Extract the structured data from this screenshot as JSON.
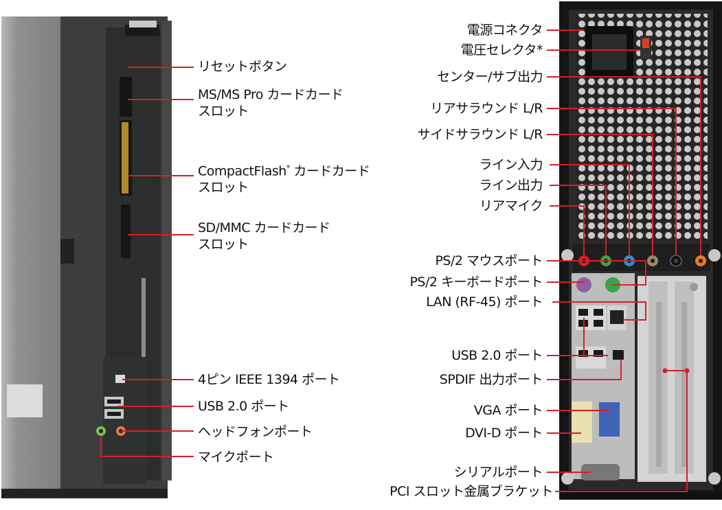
{
  "colors": {
    "leader_line": "#d61f26",
    "front_panel": "#3b3e3c",
    "rear_panel": "#1b1b1b",
    "audio_mic": "#d81f26",
    "audio_line_out": "#39a24a",
    "audio_line_in": "#2c8fd1",
    "audio_side": "#9a8a6a",
    "audio_rear": "#111111",
    "audio_center": "#ee7a1b",
    "ps2_mouse": "#39a24a",
    "ps2_keyboard": "#8f5fa5",
    "vga": "#3f63b5",
    "dvi": "#e8e0b0"
  },
  "front_labels": {
    "reset": "リセットボタン",
    "ms_line1": "MS/MS Pro カードカード",
    "ms_line2": "スロット",
    "cf_name": "CompactFlash",
    "cf_mark": "*",
    "cf_rest": " カードカード",
    "cf_line2": "スロット",
    "sd_line1": "SD/MMC カードカード",
    "sd_line2": "スロット",
    "ieee": "4ピン IEEE 1394 ポート",
    "usb": "USB 2.0 ポート",
    "headphone": "ヘッドフォンポート",
    "mic": "マイクポート"
  },
  "rear_labels": {
    "power": "電源コネクタ",
    "voltage": "電圧セレクタ*",
    "center_sub": "センター/サブ出力",
    "rear_surround": "リアサラウンド L/R",
    "side_surround": "サイドサラウンド L/R",
    "line_in": "ライン入力",
    "line_out": "ライン出力",
    "rear_mic": "リアマイク",
    "ps2_mouse": "PS/2 マウスポート",
    "ps2_keyboard": "PS/2 キーボードポート",
    "lan": "LAN (RF-45) ポート",
    "usb": "USB 2.0 ポート",
    "spdif": "SPDIF 出力ポート",
    "vga": "VGA ポート",
    "dvi": "DVI-D ポート",
    "serial": "シリアルポート",
    "pci": "PCI スロット金属ブラケット"
  }
}
